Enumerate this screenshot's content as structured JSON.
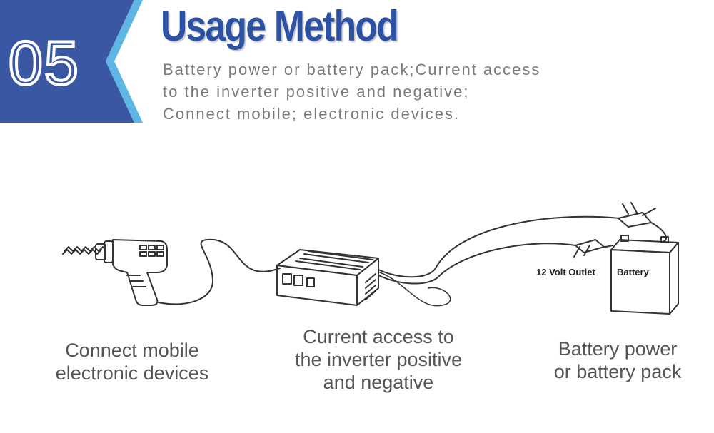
{
  "header": {
    "step_number": "05",
    "title": "Usage Method",
    "description_lines": [
      "Battery power or battery pack;Current access",
      "to the inverter positive and negative;",
      "Connect mobile; electronic devices."
    ]
  },
  "illustration": {
    "outlet_label": "12 Volt Outlet",
    "battery_label": "Battery"
  },
  "captions": {
    "left": [
      "Connect mobile",
      "electronic devices"
    ],
    "middle": [
      "Current access to",
      "the inverter positive",
      "and negative"
    ],
    "right": [
      "Battery power",
      "or battery pack"
    ]
  },
  "colors": {
    "badge_blue": "#3a57a4",
    "badge_light": "#5fb6e4",
    "title_blue": "#2d52a3"
  }
}
